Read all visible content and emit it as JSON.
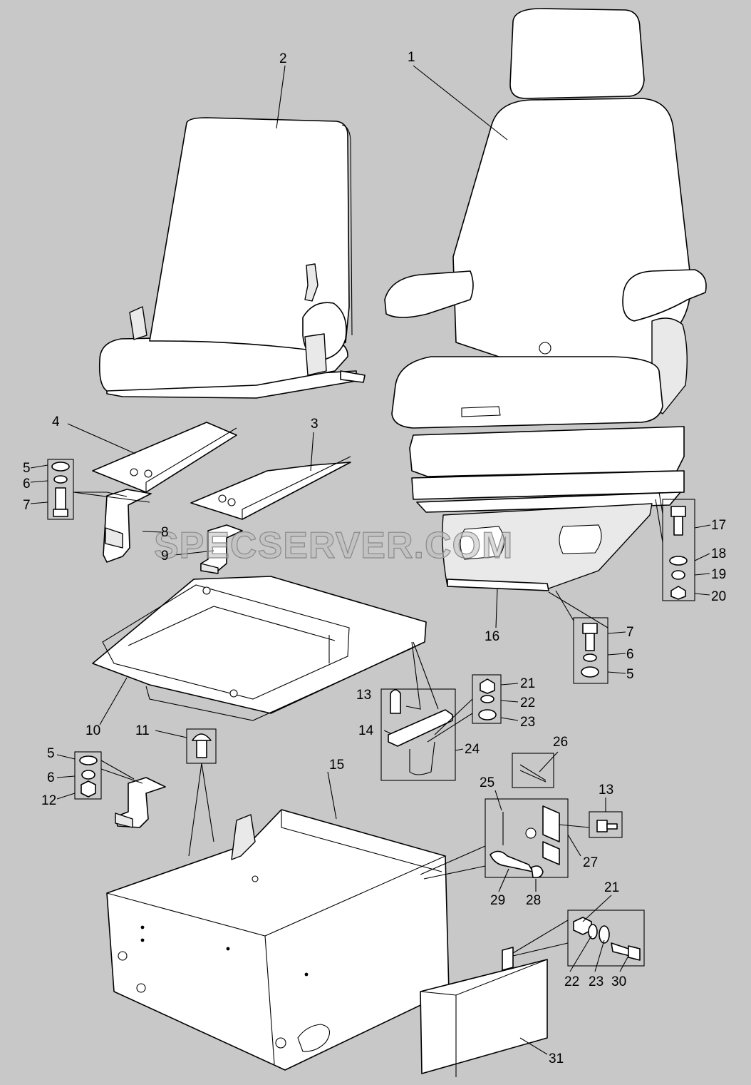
{
  "watermark": "SPECSERVER.COM",
  "callouts": {
    "c1": "1",
    "c2": "2",
    "c3": "3",
    "c4": "4",
    "c5a": "5",
    "c6a": "6",
    "c7a": "7",
    "c8": "8",
    "c9": "9",
    "c10": "10",
    "c5b": "5",
    "c6b": "6",
    "c12": "12",
    "c11": "11",
    "c13a": "13",
    "c14": "14",
    "c15": "15",
    "c16": "16",
    "c17": "17",
    "c18": "18",
    "c19": "19",
    "c20": "20",
    "c7b": "7",
    "c6c": "6",
    "c5c": "5",
    "c21a": "21",
    "c22a": "22",
    "c23a": "23",
    "c24": "24",
    "c25": "25",
    "c26": "26",
    "c13b": "13",
    "c27": "27",
    "c28": "28",
    "c29": "29",
    "c21b": "21",
    "c22b": "22",
    "c23b": "23",
    "c30": "30",
    "c31": "31"
  }
}
